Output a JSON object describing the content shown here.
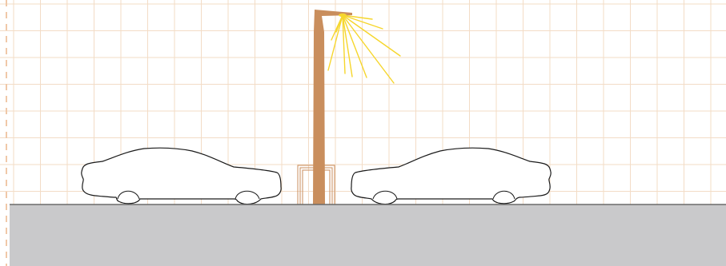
{
  "scene": {
    "background_color": "#ffffff",
    "grid_color": "#f3dcc6",
    "ruler_color": "#f0c8a8",
    "ground_color": "#c9c9cb",
    "pole_color": "#c98e5d",
    "bollard_color": "#c98e5d",
    "light_ray_color": "#f6d62c",
    "car_outline_color": "#1a1a1a",
    "car_fill_color": "#ffffff",
    "objects": [
      "street-lamp",
      "light-rays",
      "bollard",
      "car-left",
      "car-right",
      "ground"
    ]
  }
}
